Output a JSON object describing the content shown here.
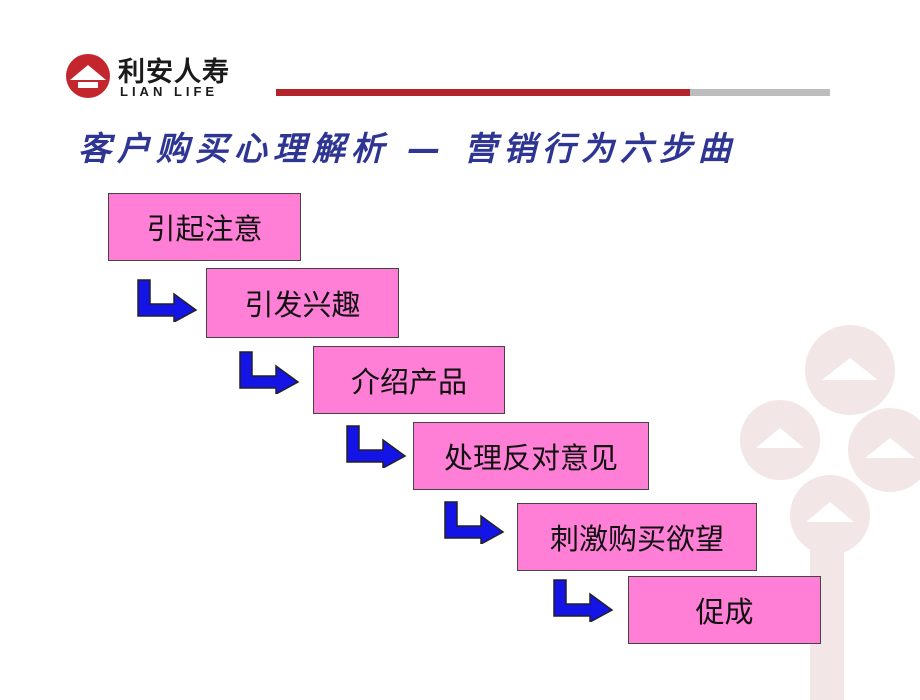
{
  "logo": {
    "cn": "利安人寿",
    "en": "LIAN LIFE"
  },
  "title": "客户购买心理解析 — 营销行为六步曲",
  "steps": [
    {
      "label": "引起注意"
    },
    {
      "label": "引发兴趣"
    },
    {
      "label": "介绍产品"
    },
    {
      "label": "处理反对意见"
    },
    {
      "label": "刺激购买欲望"
    },
    {
      "label": "促成"
    }
  ],
  "colors": {
    "step_fill": "#ff7fd6",
    "arrow": "#1414e6",
    "title": "#2f3592",
    "brand_red": "#b3232c"
  }
}
